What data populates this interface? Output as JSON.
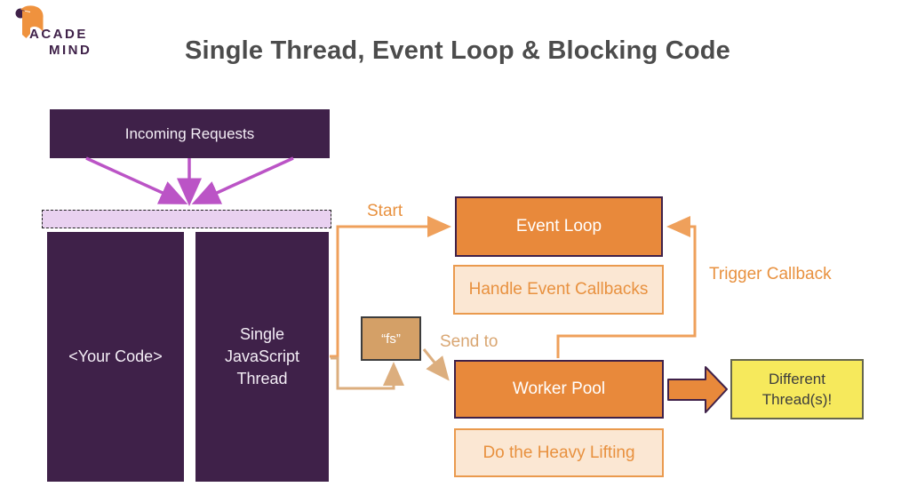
{
  "brand": {
    "name_line1": "ACADE",
    "name_line2": "MIND",
    "icon": "ribbon-bookmark-icon"
  },
  "header": {
    "title": "Single Thread, Event Loop & Blocking Code"
  },
  "diagram": {
    "boxes": {
      "incoming_requests": {
        "label": "Incoming Requests"
      },
      "your_code": {
        "label": "<Your Code>"
      },
      "single_js_thread": {
        "label": "Single\nJavaScript\nThread"
      },
      "event_loop": {
        "label": "Event Loop"
      },
      "handle_event_callbacks": {
        "label": "Handle Event Callbacks"
      },
      "fs_module": {
        "label": "“fs”"
      },
      "worker_pool": {
        "label": "Worker Pool"
      },
      "do_the_heavy_lifting": {
        "label": "Do the Heavy Lifting"
      },
      "different_threads": {
        "label": "Different\nThread(s)!"
      }
    },
    "edge_labels": {
      "start": "Start",
      "send_to": "Send to",
      "trigger_callback": "Trigger Callback"
    },
    "arrows": [
      "incoming-requests-to-thread-strip-left",
      "incoming-requests-to-thread-strip-middle",
      "incoming-requests-to-thread-strip-right",
      "thread-start-to-event-loop",
      "thread-to-fs-module",
      "fs-send-to-worker-pool",
      "worker-pool-trigger-callback-to-event-loop",
      "worker-pool-to-different-threads"
    ]
  },
  "colors": {
    "dark_purple": "#3f2149",
    "magenta_arrow": "#bb54c6",
    "lavender_fill": "#e9d1f0",
    "orange_fill": "#e8893b",
    "peach_fill": "#fbe7d3",
    "orange_text": "#e8913f",
    "orange_line": "#efa05b",
    "tan_fill": "#d4a067",
    "tan_line": "#dcae7e",
    "yellow_fill": "#f6e95c",
    "title_gray": "#4c4c4c"
  }
}
